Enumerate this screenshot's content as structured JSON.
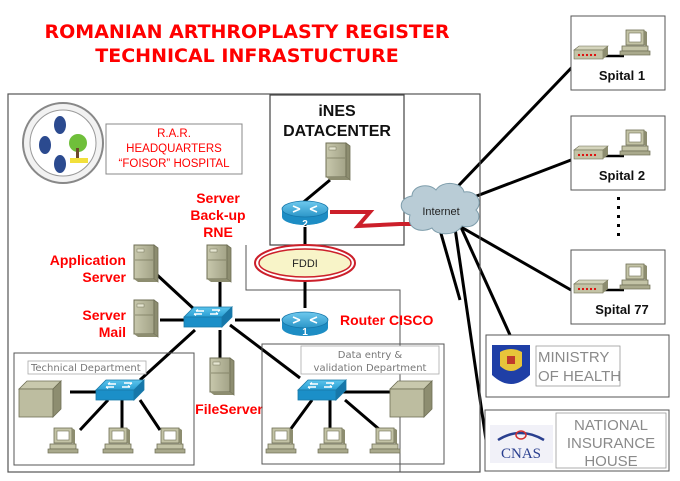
{
  "title": {
    "line1": "ROMANIAN ARTHROPLASTY REGISTER",
    "line2": "TECHNICAL INFRASTUCTURE"
  },
  "headquarters": {
    "line1": "R.A.R.",
    "line2": "HEADQUARTERS",
    "line3": "“FOISOR” HOSPITAL"
  },
  "servers": {
    "backup": {
      "line1": "Server",
      "line2": "Back-up",
      "line3": "RNE"
    },
    "application": {
      "line1": "Application",
      "line2": "Server"
    },
    "mail": {
      "line1": "Server",
      "line2": "Mail"
    },
    "file": "FileServer"
  },
  "router_cisco": {
    "label": "Router CISCO",
    "number": "1"
  },
  "datacenter": {
    "line1": "iNES",
    "line2": "DATACENTER",
    "router_number": "2"
  },
  "fddi": "FDDI",
  "internet": "Internet",
  "departments": {
    "technical": "Technical Department",
    "data_entry": {
      "line1": "Data entry  &",
      "line2": "validation Department"
    }
  },
  "hospitals": [
    {
      "label": "Spital 1"
    },
    {
      "label": "Spital 2"
    },
    {
      "label": "Spital 77"
    }
  ],
  "ministry": {
    "line1": "MINISTRY",
    "line2": "OF HEALTH"
  },
  "insurance": {
    "logo": "CNAS",
    "line1": "NATIONAL",
    "line2": "INSURANCE",
    "line3": "HOUSE"
  },
  "colors": {
    "title_red": "#ff0000",
    "switch_blue": "#1e9fd6",
    "server_tan": "#b8b89c",
    "link_red": "#cc1f2a",
    "cloud": "#b9ccd6"
  }
}
